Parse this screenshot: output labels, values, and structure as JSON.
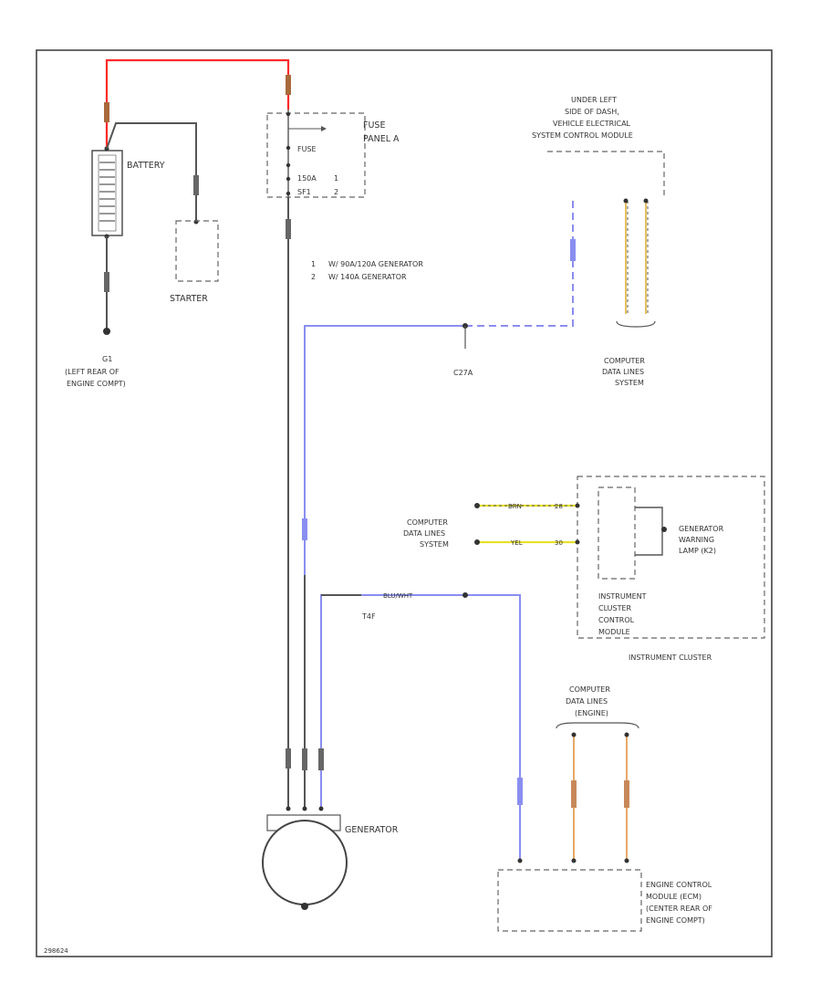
{
  "colors": {
    "red_wire": "#ff2a2a",
    "blue_wire": "#8a8ef0",
    "yellow_wire": "#e6e02a",
    "orange_wire": "#e8a868",
    "black_wire": "#555555"
  },
  "labels": {
    "battery": "BATTERY",
    "starter": "STARTER",
    "ground_id": "G1",
    "ground_loc": [
      "(LEFT REAR OF",
      "ENGINE COMPT)"
    ],
    "fuse_panel": [
      "FUSE",
      "PANEL A"
    ],
    "fuse": "FUSE",
    "fuse_rows": [
      "150A",
      "SF1"
    ],
    "fuse_row_nums": [
      "1",
      "2"
    ],
    "notes": [
      "W/ 90A/120A GENERATOR",
      "W/ 140A GENERATOR"
    ],
    "note_nums": [
      "1",
      "2"
    ],
    "under_left": [
      "UNDER LEFT",
      "SIDE OF DASH,",
      "VEHICLE ELECTRICAL",
      "SYSTEM CONTROL MODULE"
    ],
    "cdl_system_top": [
      "COMPUTER",
      "DATA LINES",
      "SYSTEM"
    ],
    "splice": "C27A",
    "cdl_system_mid": [
      "COMPUTER",
      "DATA LINES",
      "SYSTEM"
    ],
    "gen_warning": [
      "GENERATOR",
      "WARNING",
      "LAMP (K2)"
    ],
    "ic_module": [
      "INSTRUMENT",
      "CLUSTER",
      "CONTROL",
      "MODULE"
    ],
    "instrument_cluster": "INSTRUMENT CLUSTER",
    "cdl_engine": [
      "COMPUTER",
      "DATA LINES",
      "(ENGINE)"
    ],
    "generator": "GENERATOR",
    "ecm": [
      "ENGINE CONTROL",
      "MODULE (ECM)",
      "(CENTER REAR OF",
      "ENGINE COMPT)"
    ],
    "connector_t4f": "T4F",
    "wire_brn": "BRN",
    "wire_yel": "YEL",
    "wire_blu_wht": "BLU/WHT",
    "pin_28": "28",
    "pin_30": "30",
    "diagram_id": "298624"
  }
}
